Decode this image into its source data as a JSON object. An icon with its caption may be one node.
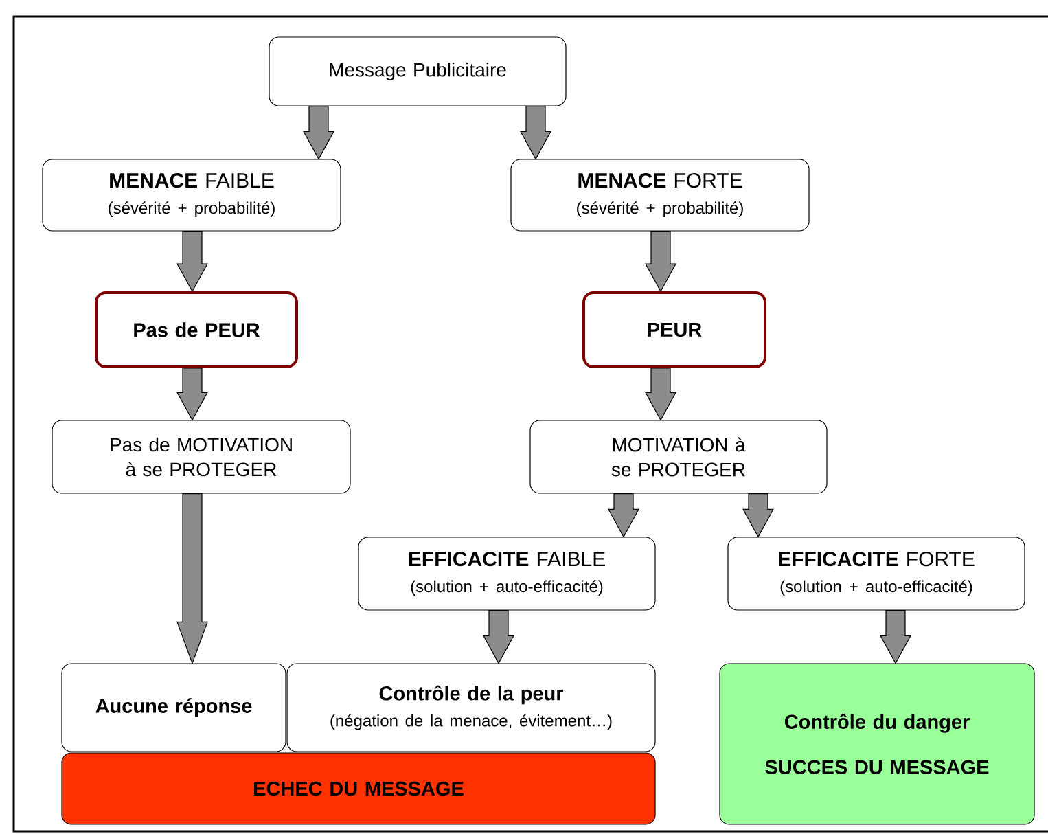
{
  "diagram": {
    "nodes": [
      {
        "text": [
          "Message Publicitaire"
        ]
      },
      {
        "text": [
          "**MENACE** FAIBLE",
          "(sévérité + probabilité)"
        ]
      },
      {
        "text": [
          "**MENACE** FORTE",
          "(sévérité + probabilité)"
        ]
      },
      {
        "text": [
          "Pas de PEUR"
        ]
      },
      {
        "text": [
          "PEUR"
        ]
      },
      {
        "text": [
          "Pas de MOTIVATION à se PROTEGER"
        ]
      },
      {
        "text": [
          "MOTIVATION à se PROTEGER"
        ]
      },
      {
        "text": [
          "**EFFICACITE** FAIBLE",
          "(solution + auto-efficacité)"
        ]
      },
      {
        "text": [
          "**EFFICACITE** FORTE",
          "(solution + auto-efficacité)"
        ]
      },
      {
        "text": [
          "Aucune réponse"
        ]
      },
      {
        "text": [
          "Contrôle de la peur",
          "(négation de la menace, évitement…)"
        ]
      },
      {
        "text": [
          "ECHEC DU MESSAGE"
        ]
      },
      {
        "text": [
          "Contrôle du danger",
          "SUCCES DU MESSAGE"
        ]
      }
    ],
    "edges": [
      {
        "from": 0,
        "to": 1,
        "arrow": "to"
      },
      {
        "from": 0,
        "to": 2,
        "arrow": "to"
      },
      {
        "from": 1,
        "to": 3,
        "arrow": "to"
      },
      {
        "from": 2,
        "to": 4,
        "arrow": "to"
      },
      {
        "from": 3,
        "to": 5,
        "arrow": "to"
      },
      {
        "from": 4,
        "to": 6,
        "arrow": "to"
      },
      {
        "from": 5,
        "to": 9,
        "arrow": "to"
      },
      {
        "from": 6,
        "to": 7,
        "arrow": "to"
      },
      {
        "from": 6,
        "to": 8,
        "arrow": "to"
      },
      {
        "from": 7,
        "to": 10,
        "arrow": "to"
      },
      {
        "from": 8,
        "to": 12,
        "arrow": "to"
      }
    ]
  }
}
